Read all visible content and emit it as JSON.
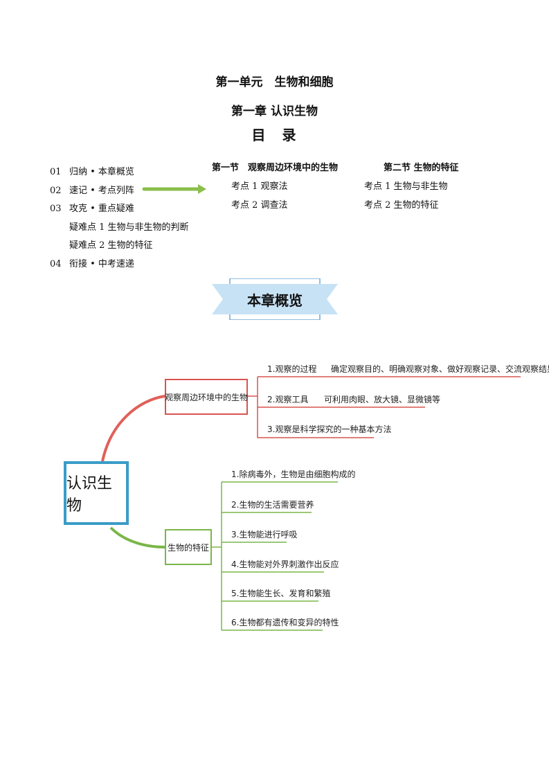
{
  "header": {
    "unit_title": "第一单元　生物和细胞",
    "chapter_title": "第一章 认识生物",
    "toc_title": "目　录"
  },
  "toc_left": [
    {
      "num": "01",
      "label": "归纳 • 本章概览"
    },
    {
      "num": "02",
      "label": "速记 • 考点列阵"
    },
    {
      "num": "03",
      "label": "攻克 • 重点疑难"
    },
    {
      "num": "",
      "label": "疑难点 1 生物与非生物的判断"
    },
    {
      "num": "",
      "label": "疑难点 2 生物的特征"
    },
    {
      "num": "04",
      "label": "衔接 • 中考速递"
    }
  ],
  "sections": [
    {
      "title": "第一节　观察周边环境中的生物",
      "points": [
        "考点 1 观察法",
        "考点 2 调查法"
      ]
    },
    {
      "title": "第二节 生物的特征",
      "points": [
        "考点 1 生物与非生物",
        "考点 2 生物的特征"
      ]
    }
  ],
  "banner": {
    "label": "本章概览"
  },
  "mindmap": {
    "root": "认识生物",
    "branch_top": {
      "label": "观察周边环境中的生物",
      "color": "#d9534f",
      "leaves": [
        {
          "label": "1.观察的过程",
          "detail": "确定观察目的、明确观察对象、做好观察记录、交流观察结果"
        },
        {
          "label": "2.观察工具",
          "detail": "可利用肉眼、放大镜、显微镜等"
        },
        {
          "label": "3.观察是科学探究的一种基本方法",
          "detail": ""
        }
      ]
    },
    "branch_bottom": {
      "label": "生物的特征",
      "color": "#7ab648",
      "leaves": [
        {
          "label": "1.除病毒外，生物是由细胞构成的"
        },
        {
          "label": "2.生物的生活需要营养"
        },
        {
          "label": "3.生物能进行呼吸"
        },
        {
          "label": "4.生物能对外界刺激作出反应"
        },
        {
          "label": "5.生物能生长、发育和繁殖"
        },
        {
          "label": "6.生物都有遗传和变异的特性"
        }
      ]
    },
    "root_color": "#3a9cc6"
  }
}
